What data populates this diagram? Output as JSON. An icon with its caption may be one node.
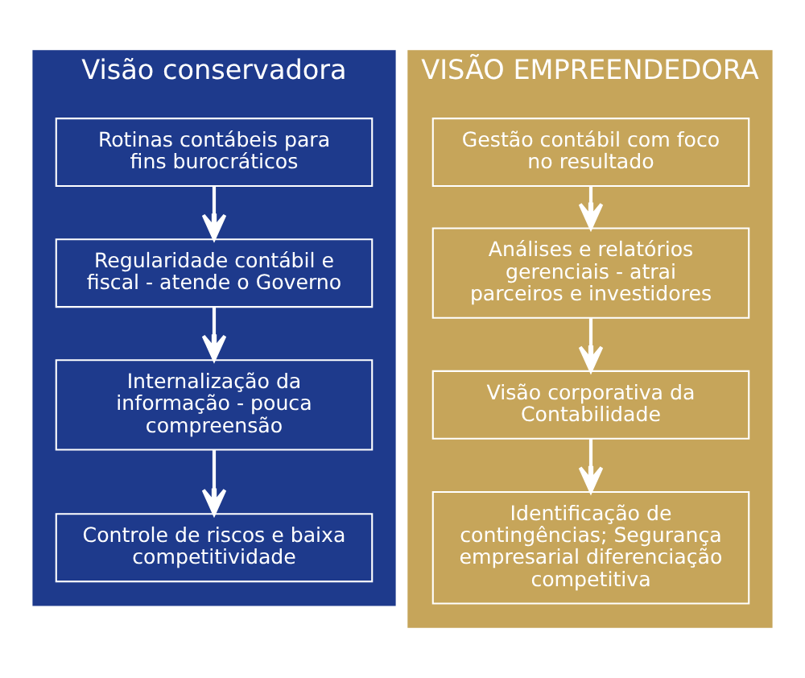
{
  "diagram": {
    "nodes": [
      {
        "text": [
          "Visão conservadora"
        ]
      },
      {
        "text": [
          "Rotinas contábeis para fins burocráticos"
        ],
        "in": 0
      },
      {
        "text": [
          "Regularidade contábil e fiscal - atende o Governo"
        ],
        "in": 0
      },
      {
        "text": [
          "Internalização da informação - pouca compreensão"
        ],
        "in": 0
      },
      {
        "text": [
          "Controle de riscos e baixa competitividade"
        ],
        "in": 0
      },
      {
        "text": [
          "VISÃO EMPREENDEDORA"
        ]
      },
      {
        "text": [
          "Gestão contábil com foco no resultado"
        ],
        "in": 5
      },
      {
        "text": [
          "Análises e relatórios gerenciais - atrai parceiros e investidores"
        ],
        "in": 5
      },
      {
        "text": [
          "Visão corporativa da Contabilidade"
        ],
        "in": 5
      },
      {
        "text": [
          "Identificação de contingências; Segurança empresarial diferenciação competitiva"
        ],
        "in": 5
      }
    ],
    "edges": [
      {
        "from": 1,
        "to": 2,
        "arrow": "to"
      },
      {
        "from": 2,
        "to": 3,
        "arrow": "to"
      },
      {
        "from": 3,
        "to": 4,
        "arrow": "to"
      },
      {
        "from": 6,
        "to": 7,
        "arrow": "to"
      },
      {
        "from": 7,
        "to": 8,
        "arrow": "to"
      },
      {
        "from": 8,
        "to": 9,
        "arrow": "to"
      }
    ]
  }
}
